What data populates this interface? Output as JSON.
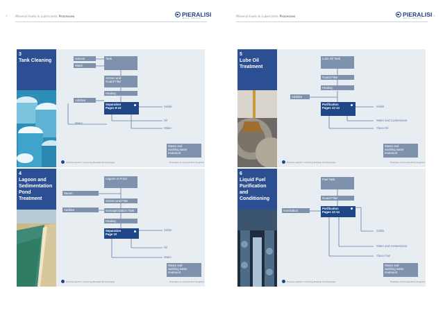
{
  "header": {
    "left": "Mineral Fuels & Lubricants",
    "left_bold": "Processes",
    "right": "Mineral Fuels & Lubricants",
    "right_bold": "Processes",
    "logo": "PIERALISI",
    "logo_sub": "MAIP GROUP",
    "nav_prev": "‹",
    "nav_next": "›"
  },
  "panels": [
    {
      "title": "3\nTank Cleaning",
      "boxes": {
        "solvent": "Solvent",
        "water_in": "Water",
        "tank": "Tank",
        "screen": "Screen and\nGuard Filter",
        "heating": "Heating",
        "additive": "Additive",
        "separation": "Separation\nPages 8-10",
        "waste": "Waste and\nwashing water\ntreatment"
      },
      "water_label": "Water",
      "outputs": [
        "Solids",
        "Oil",
        "Water"
      ],
      "footer_left": "Process section involving Pieralisi technologies",
      "footer_right": "Example of process flow diagram"
    },
    {
      "title": "4\nLagoon and\nSedimentation\nPond Treatment",
      "boxes": {
        "lagoon": "Lagoon or Pond",
        "steam": "Steam",
        "screen": "Screen and Filter",
        "additive": "Additive",
        "homog": "Homogenization Tank",
        "heating": "Heating",
        "separation": "Separation\nPage 10",
        "waste": "Waste and\nwashing water\ntreatment"
      },
      "outputs": [
        "Solids",
        "Oil",
        "Water"
      ],
      "footer_left": "Process section involving Pieralisi technologies",
      "footer_right": "Example of process flow diagram"
    },
    {
      "title": "5\nLube Oil\nTreatment",
      "boxes": {
        "tank": "Lube Oil Tank",
        "guard": "Guard Filter",
        "heating": "Heating",
        "additive": "Additive",
        "purification": "Purification\nPages 12-14",
        "waste": "Waste and\nwashing water\ntreatment"
      },
      "outputs": [
        "Solids",
        "Water and Contaminant",
        "Clean Oil"
      ],
      "footer_left": "Process section involving Pieralisi technologies",
      "footer_right": "Example of process flow diagram"
    },
    {
      "title": "6\nLiquid Fuel\nPurification\nand Conditioning",
      "boxes": {
        "tank": "Fuel Tank",
        "guard": "Guard Filter",
        "inert": "Inertisation",
        "purification": "Purification\nPages 12-14",
        "waste": "Waste and\nwashing water\ntreatment"
      },
      "outputs": [
        "Solids",
        "Water and Contaminant",
        "Clean Fuel"
      ],
      "footer_left": "Process section involving Pieralisi technologies",
      "footer_right": "Example of process flow diagram"
    }
  ]
}
